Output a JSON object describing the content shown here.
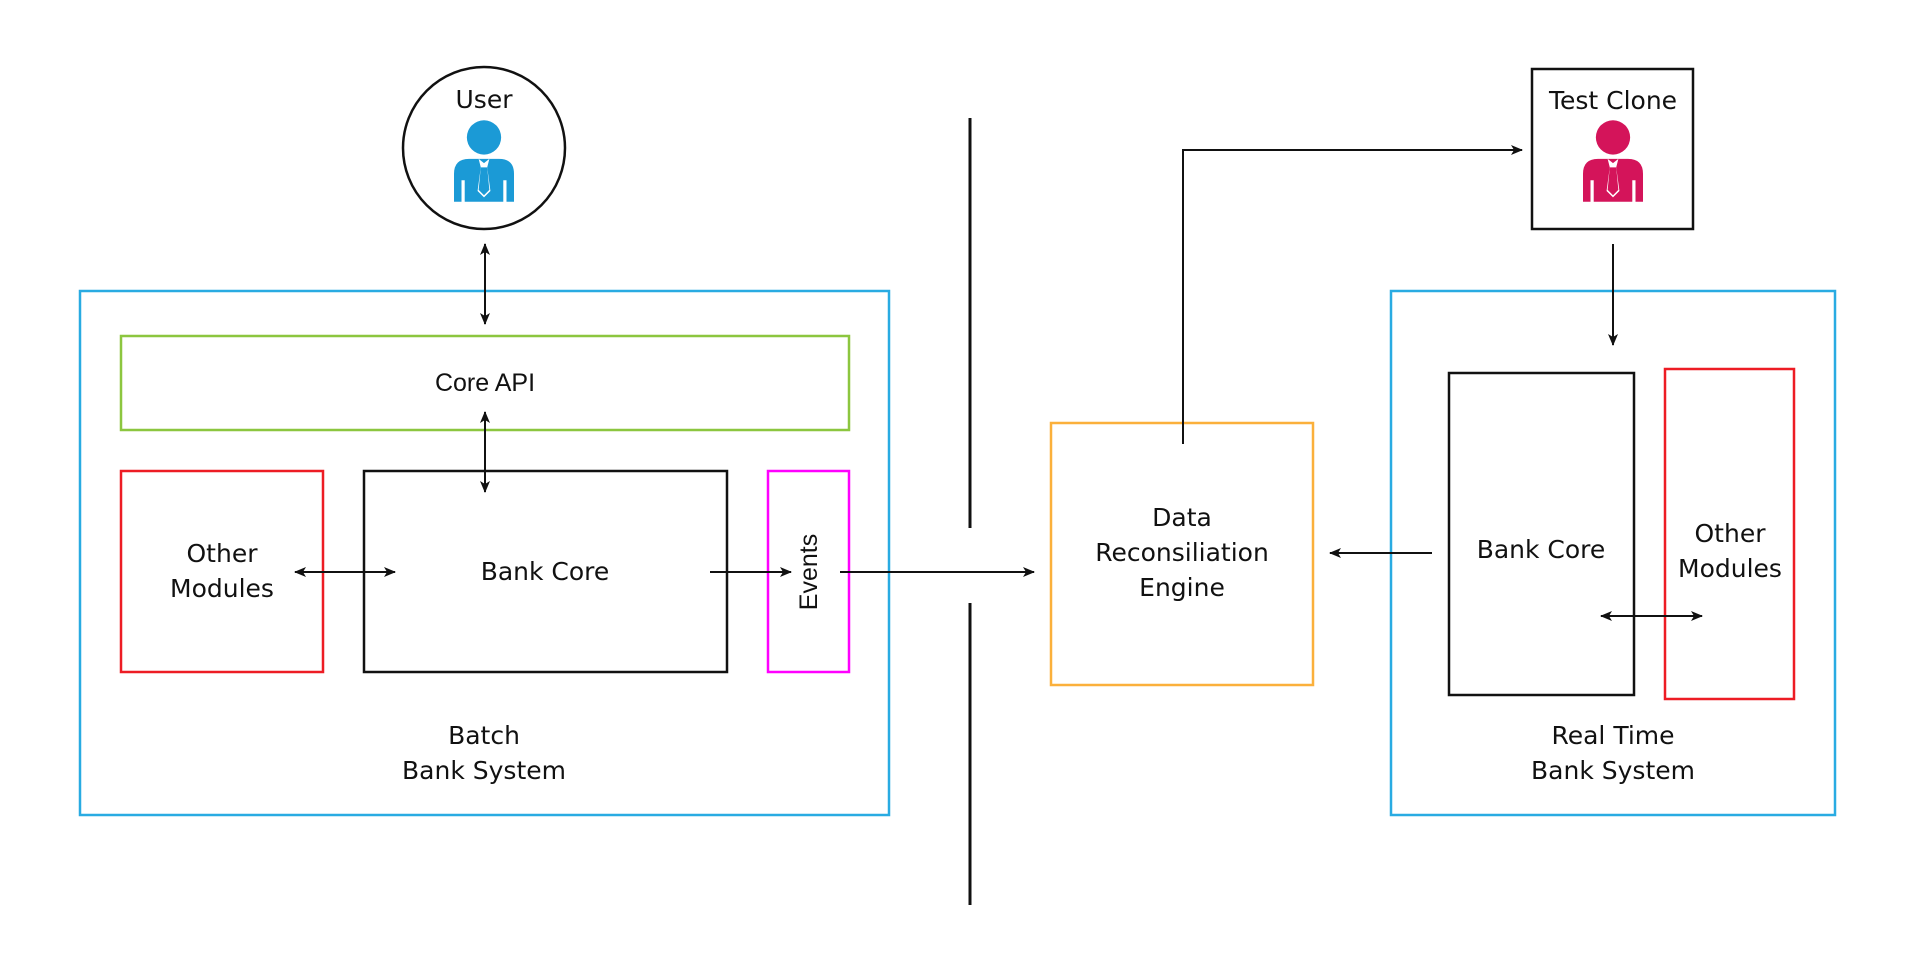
{
  "diagram": {
    "colors": {
      "system_border": "#29abe2",
      "api_border": "#8cc63f",
      "modules_border": "#ed1c24",
      "events_border": "#ff00ff",
      "engine_border": "#fbb03b",
      "core_border": "#111111",
      "user_icon": "#1b9ad6",
      "clone_icon": "#d4145a",
      "line": "#111111"
    },
    "user": {
      "label": "User",
      "icon": "person-icon"
    },
    "test_clone": {
      "label": "Test Clone",
      "icon": "person-icon"
    },
    "batch_system": {
      "label_line1": "Batch",
      "label_line2": "Bank System",
      "core_api": "Core API",
      "other_modules_line1": "Other",
      "other_modules_line2": "Modules",
      "bank_core": "Bank Core",
      "events": "Events"
    },
    "engine": {
      "line1": "Data",
      "line2": "Reconsiliation",
      "line3": "Engine"
    },
    "realtime_system": {
      "label_line1": "Real Time",
      "label_line2": "Bank System",
      "bank_core": "Bank Core",
      "other_modules_line1": "Other",
      "other_modules_line2": "Modules"
    },
    "edges": [
      {
        "from": "User",
        "to": "Core API",
        "type": "bidirectional"
      },
      {
        "from": "Core API",
        "to": "Bank Core (Batch)",
        "type": "bidirectional"
      },
      {
        "from": "Other Modules (Batch)",
        "to": "Bank Core (Batch)",
        "type": "bidirectional"
      },
      {
        "from": "Bank Core (Batch)",
        "to": "Events",
        "type": "directed"
      },
      {
        "from": "Events",
        "to": "Data Reconsiliation Engine",
        "type": "directed"
      },
      {
        "from": "Data Reconsiliation Engine",
        "to": "Test Clone",
        "type": "directed"
      },
      {
        "from": "Test Clone",
        "to": "Real Time Bank System",
        "type": "directed"
      },
      {
        "from": "Bank Core (Real Time)",
        "to": "Data Reconsiliation Engine",
        "type": "directed"
      },
      {
        "from": "Bank Core (Real Time)",
        "to": "Other Modules (Real Time)",
        "type": "bidirectional"
      }
    ]
  }
}
